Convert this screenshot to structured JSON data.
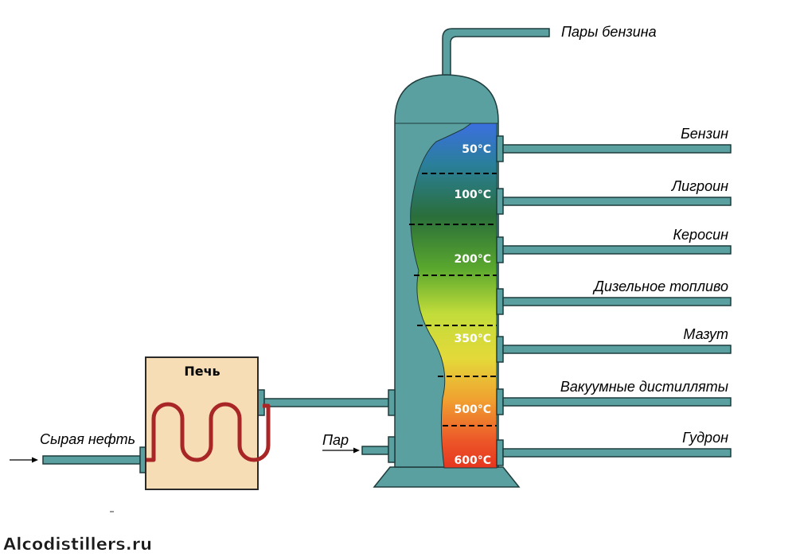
{
  "labels": {
    "vapors": "Пары бензина",
    "crude": "Сырая нефть",
    "steam": "Пар",
    "furnace": "Печь"
  },
  "products": [
    "Бензин",
    "Лигроин",
    "Керосин",
    "Дизельное топливо",
    "Мазут",
    "Вакуумные дистилляты",
    "Гудрон"
  ],
  "temperatures": [
    "50°C",
    "100°C",
    "200°C",
    "350°C",
    "500°C",
    "600°C"
  ],
  "watermark": "Alcodistillers.ru",
  "colors": {
    "pipe": "#5ba0a0",
    "pipe_stroke": "#1f3c3c",
    "furnace_fill": "#f7ddb5",
    "coil": "#a82626",
    "grad_top": "#3a6fd8",
    "grad_mid": "#c6d83a",
    "grad_bottom": "#e83a22"
  }
}
